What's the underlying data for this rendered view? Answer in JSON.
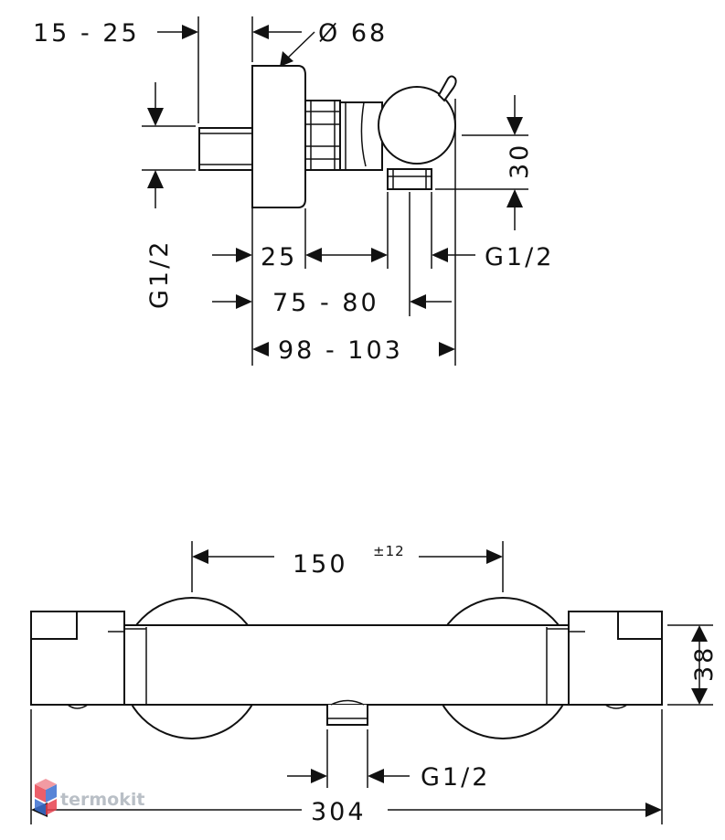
{
  "side_view": {
    "dims": {
      "wall_offset": "15 - 25",
      "diameter": "Ø 68",
      "inlet_thread_left": "G1/2",
      "spacing_25": "25",
      "outlet_thread_right": "G1/2",
      "depth_range": "75 - 80",
      "total_depth": "98 - 103",
      "height_30": "30"
    }
  },
  "front_view": {
    "dims": {
      "centers": "150",
      "centers_tolerance": "±12",
      "height_38": "38",
      "outlet_thread": "G1/2",
      "total_width": "304"
    }
  },
  "watermark": {
    "text": "termokit",
    "colors": [
      "#e8424f",
      "#3b6fd1",
      "#b9bfc6"
    ]
  }
}
